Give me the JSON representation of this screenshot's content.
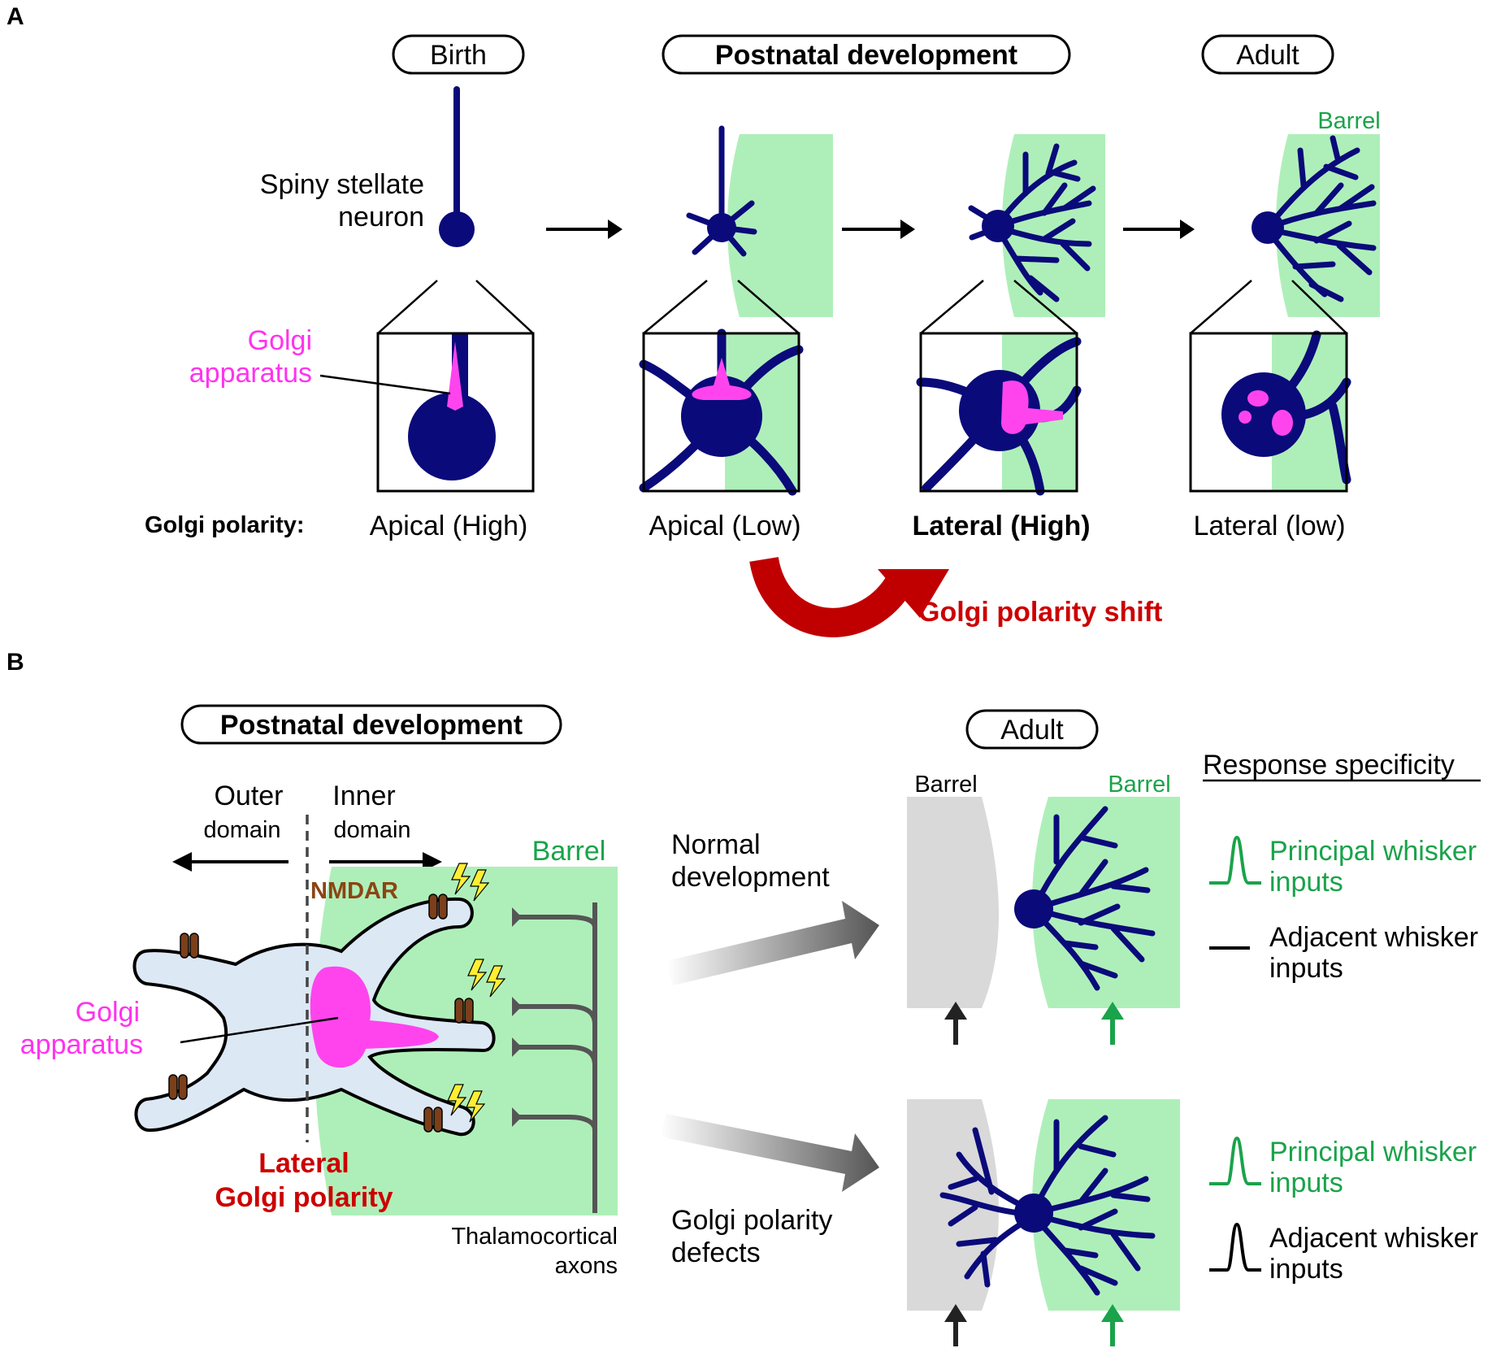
{
  "panels": {
    "a": "A",
    "b": "B"
  },
  "panel_a": {
    "stages": {
      "birth": "Birth",
      "postnatal": "Postnatal development",
      "adult": "Adult"
    },
    "neuron_label_line1": "Spiny stellate",
    "neuron_label_line2": "neuron",
    "golgi_label_line1": "Golgi",
    "golgi_label_line2": "apparatus",
    "barrel_label": "Barrel",
    "polarity_title": "Golgi polarity:",
    "polarities": [
      "Apical (High)",
      "Apical (Low)",
      "Lateral (High)",
      "Lateral (low)"
    ],
    "shift_label": "Golgi polarity shift"
  },
  "panel_b": {
    "postnatal_title": "Postnatal development",
    "adult_title": "Adult",
    "outer_line1": "Outer",
    "outer_line2": "domain",
    "inner_line1": "Inner",
    "inner_line2": "domain",
    "nmdar": "NMDAR",
    "barrel": "Barrel",
    "golgi_line1": "Golgi",
    "golgi_line2": "apparatus",
    "lateral_line1": "Lateral",
    "lateral_line2": "Golgi polarity",
    "thal_line1": "Thalamocortical",
    "thal_line2": "axons",
    "normal_line1": "Normal",
    "normal_line2": "development",
    "defect_line1": "Golgi polarity",
    "defect_line2": "defects",
    "barrel_left": "Barrel",
    "barrel_right": "Barrel",
    "response_title": "Response specificity",
    "principal_line1": "Principal whisker",
    "principal_line2": "inputs",
    "adjacent_line1": "Adjacent whisker",
    "adjacent_line2": "inputs"
  },
  "colors": {
    "neuron": "#0a0a7a",
    "golgi": "#ff44ee",
    "barrel": "#aeefb9",
    "barrel_gray": "#d9d9d9",
    "cell_body": "#dde8f5",
    "shift_arrow": "#c00000",
    "response_green": "#1aa34a",
    "nmdar": "#7b3f1a",
    "lightning": "#ffee33"
  }
}
